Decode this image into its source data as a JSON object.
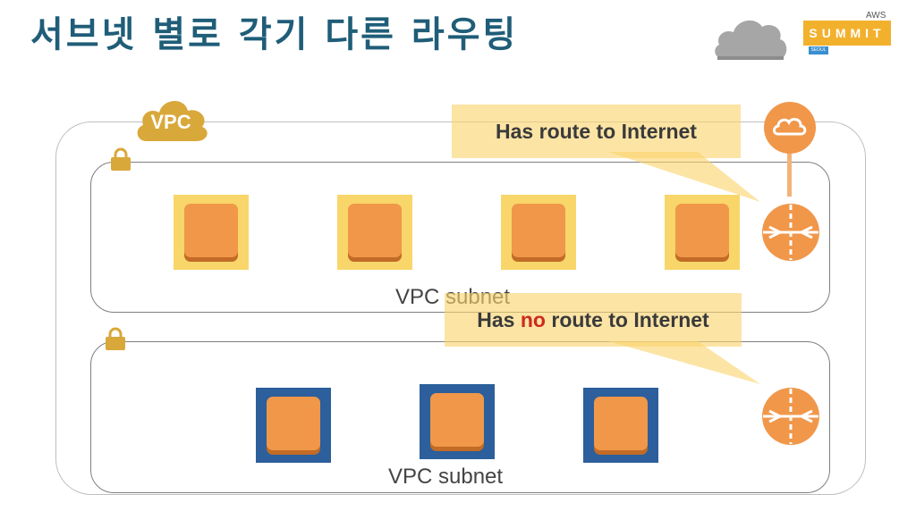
{
  "slide": {
    "title": "서브넷 별로 각기 다른 라우팅"
  },
  "branding": {
    "aws_label": "AWS",
    "summit_label": "SUMMIT",
    "seoul_label": "SEOUL"
  },
  "vpc": {
    "badge_label": "VPC"
  },
  "subnets": [
    {
      "label": "VPC subnet",
      "instance_count": 4
    },
    {
      "label": "VPC subnet",
      "instance_count": 3
    }
  ],
  "callouts": {
    "public": {
      "text": "Has route to Internet"
    },
    "private": {
      "prefix": "Has ",
      "emphasis": "no",
      "suffix": " route to Internet"
    }
  },
  "colors": {
    "title": "#1f5d78",
    "vpc_badge": "#d9a83a",
    "public_instance_frame": "#f8d66a",
    "private_instance_frame": "#2c5f9b",
    "instance_chip": "#f0974a",
    "router": "#f0974a",
    "internet_gateway": "#f0974a",
    "callout": "#fad46e",
    "emphasis": "#cc2a1c"
  },
  "icons": {
    "cloud": "cloud-icon",
    "vpc": "vpc-cloud-icon",
    "lock": "lock-icon",
    "router": "router-icon",
    "internet_gateway": "internet-gateway-icon"
  }
}
